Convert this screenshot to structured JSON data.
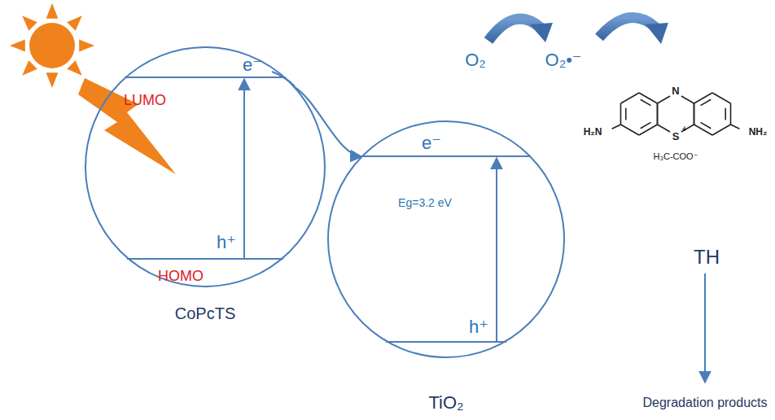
{
  "diagram": {
    "nodes": [
      {
        "text": [
          "CoPcTS"
        ]
      },
      {
        "text": [
          "TiO₂"
        ]
      }
    ],
    "edges": [
      {
        "from": 0,
        "to": 1,
        "arrow": "to"
      }
    ],
    "labels": [
      "e⁻",
      "LUMO",
      "h⁺",
      "HOMO",
      "e⁻",
      "Eg=3.2 eV",
      "h⁺",
      "O₂",
      "O₂•⁻",
      "N",
      "S",
      "+",
      "H₂N",
      "NH₂",
      "H₃C-COO⁻",
      "TH",
      "Degradation products"
    ]
  }
}
